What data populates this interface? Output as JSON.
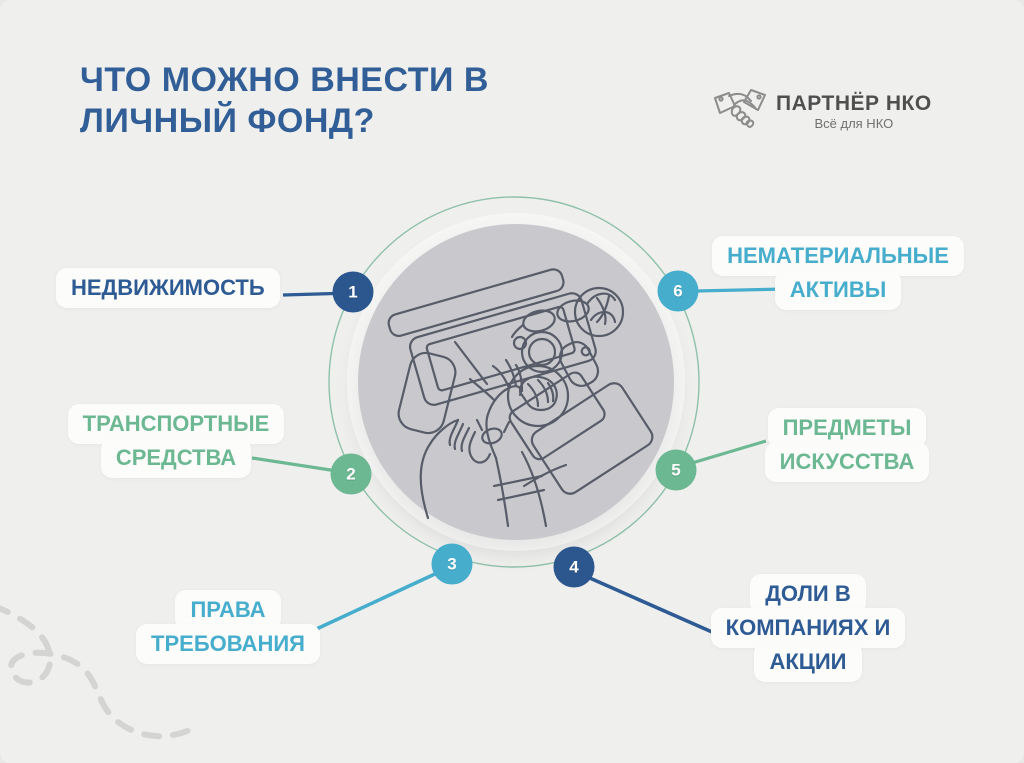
{
  "page": {
    "background_color": "#EFEFED"
  },
  "header": {
    "title": "ЧТО МОЖНО ВНЕСТИ В ЛИЧНЫЙ ФОНД?",
    "title_line1": "ЧТО МОЖНО ВНЕСТИ В",
    "title_line2": "ЛИЧНЫЙ ФОНД?",
    "title_color": "#315E96"
  },
  "logo": {
    "name": "ПАРТНЁР НКО",
    "tagline": "Всё для НКО",
    "icon": "handshake-icon"
  },
  "diagram": {
    "center_illustration": "workspace-desk-line-art",
    "items": [
      {
        "number": "1",
        "label": "НЕДВИЖИМОСТЬ",
        "lines": [
          "НЕДВИЖИМОСТЬ"
        ],
        "color": "#2E5B94"
      },
      {
        "number": "2",
        "label": "ТРАНСПОРТНЫЕ СРЕДСТВА",
        "lines": [
          "ТРАНСПОРТНЫЕ",
          "СРЕДСТВА"
        ],
        "color": "#6CB893"
      },
      {
        "number": "3",
        "label": "ПРАВА ТРЕБОВАНИЯ",
        "lines": [
          "ПРАВА",
          "ТРЕБОВАНИЯ"
        ],
        "color": "#47ADCD"
      },
      {
        "number": "4",
        "label": "ДОЛИ В КОМПАНИЯХ И АКЦИИ",
        "lines": [
          "ДОЛИ В",
          "КОМПАНИЯХ И",
          "АКЦИИ"
        ],
        "color": "#2E5B94"
      },
      {
        "number": "5",
        "label": "ПРЕДМЕТЫ ИСКУССТВА",
        "lines": [
          "ПРЕДМЕТЫ",
          "ИСКУССТВА"
        ],
        "color": "#6CB893"
      },
      {
        "number": "6",
        "label": "НЕМАТЕРИАЛЬНЫЕ АКТИВЫ",
        "lines": [
          "НЕМАТЕРИАЛЬНЫЕ",
          "АКТИВЫ"
        ],
        "color": "#47ADCD"
      }
    ],
    "colors": {
      "navy": "#2B578E",
      "green": "#6CB893",
      "cyan": "#47ADCD",
      "ring": "#8FC0AA",
      "center_circle": "#C9C9CD",
      "illustration_line": "#575C68",
      "squiggle": "#D4D4D2"
    }
  }
}
